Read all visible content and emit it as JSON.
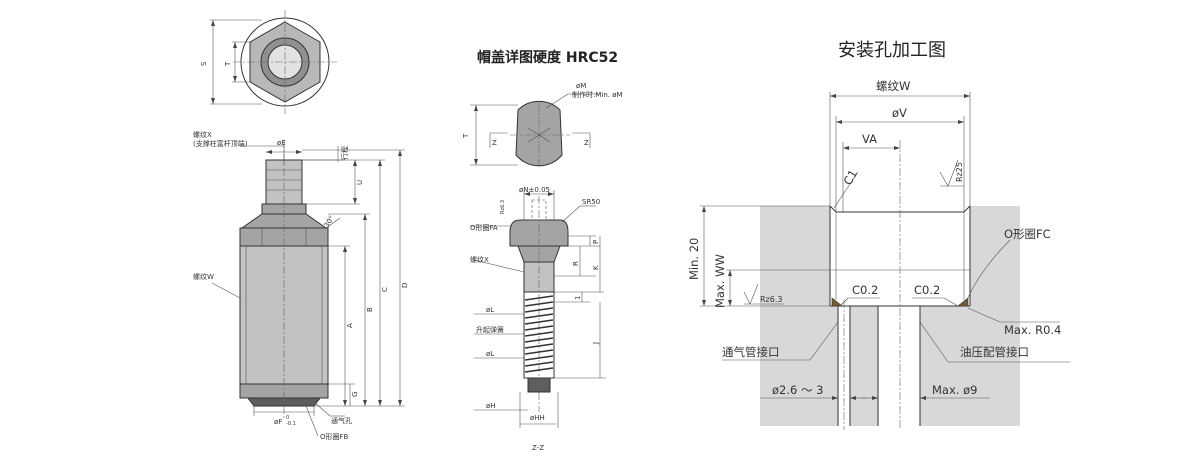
{
  "left_view": {
    "dim_S": "S",
    "dim_T": "T",
    "thread_X": "螺纹X",
    "thread_X_note": "(支撑柱富杆顶端)",
    "dim_E": "øE",
    "stroke": "行程",
    "dim_U": "U",
    "dim_angle": "30°",
    "thread_W": "螺纹W",
    "dim_A": "A",
    "dim_B": "B",
    "dim_C": "C",
    "dim_D": "D",
    "dim_G": "G",
    "dim_F": "øF",
    "dim_F_tol_upper": "0",
    "dim_F_tol_lower": "-0.1",
    "vent_hole": "通气孔",
    "oring_FB": "O形圈FB"
  },
  "middle_view": {
    "title": "帽盖详图硬度 HRC52",
    "dim_M": "øM",
    "dim_M_note": "制作时:Min. øM",
    "dim_T": "T",
    "z_left": "Z",
    "z_right": "Z",
    "dim_N": "øN±0.05",
    "sr50": "SR50",
    "oring_FA": "O形圈FA",
    "rz63": "Rz6.3",
    "dim_P": "P",
    "thread_X": "螺纹X",
    "dim_R": "R",
    "dim_K": "K",
    "dim_1": "1",
    "dim_L1": "øL",
    "spring": "升起弹簧",
    "dim_J": "J",
    "dim_L2": "øL",
    "dim_H": "øH",
    "dim_HH": "øHH",
    "section": "Z-Z"
  },
  "right_view": {
    "title": "安装孔加工图",
    "thread_W": "螺纹W",
    "dim_V": "øV",
    "dim_VA": "VA",
    "chamfer_C1": "C1",
    "rz25": "Rz25",
    "oring_FC": "O形圈FC",
    "min20": "Min. 20",
    "maxWW": "Max. WW",
    "rz63": "Rz6.3",
    "c02_left": "C0.2",
    "c02_right": "C0.2",
    "max_r04": "Max. R0.4",
    "vent_port": "通气管接口",
    "oil_port": "油压配管接口",
    "dim_vent": "ø2.6 ～ 3",
    "dim_oil": "Max. ø9"
  }
}
